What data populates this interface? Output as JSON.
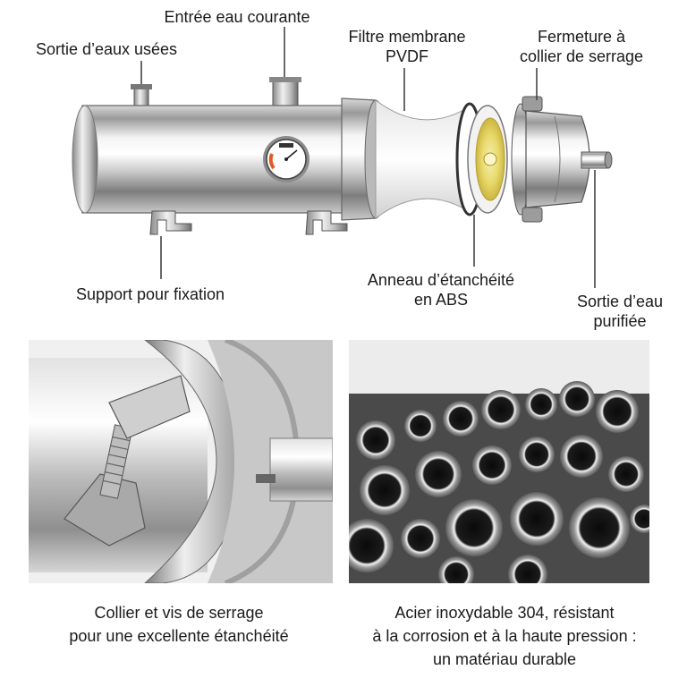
{
  "labels": {
    "inlet": "Entrée eau courante",
    "wastewater": "Sortie d’eaux usées",
    "membrane_line1": "Filtre membrane",
    "membrane_line2": "PVDF",
    "clamp_line1": "Fermeture à",
    "clamp_line2": "collier de serrage",
    "bracket": "Support pour fixation",
    "seal_line1": "Anneau d’étanchéité",
    "seal_line2": "en ABS",
    "outlet_line1": "Sortie d’eau",
    "outlet_line2": "purifiée"
  },
  "captions": {
    "left_line1": "Collier et vis de serrage",
    "left_line2": "pour une excellente étanchéité",
    "right_line1": "Acier inoxydable 304, résistant",
    "right_line2": "à la corrosion et à la haute pression :",
    "right_line3": "un matériau durable"
  }
}
